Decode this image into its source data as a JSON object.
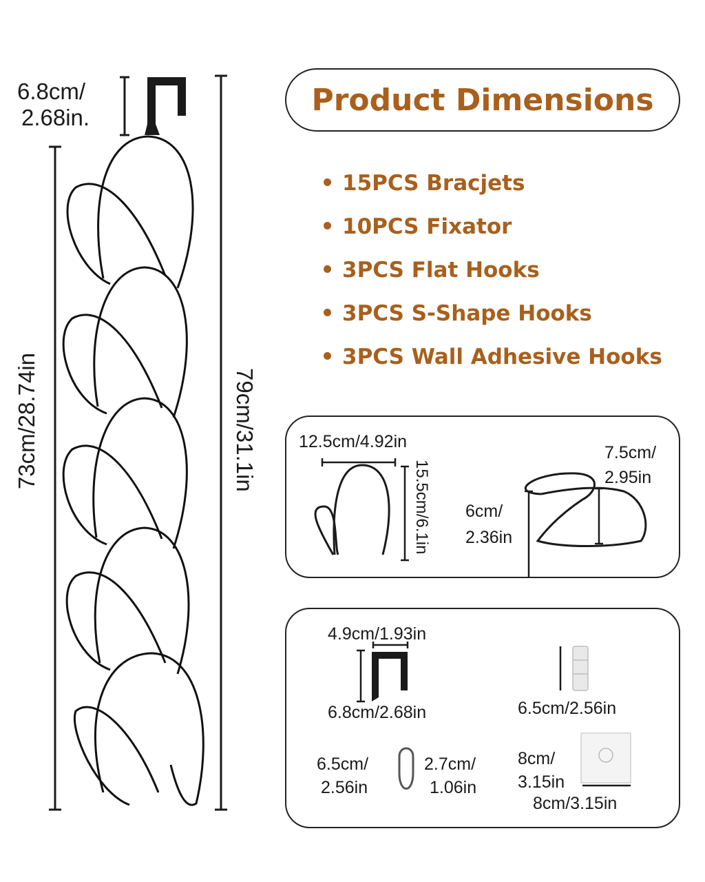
{
  "title": "Product Dimensions",
  "bullets": [
    "15PCS Bracjets",
    "10PCS Fixator",
    "3PCS Flat Hooks",
    "3PCS S-Shape Hooks",
    "3PCS Wall Adhesive Hooks"
  ],
  "rack": {
    "hook_height_line1": "6.8cm/",
    "hook_height_line2": "2.68in.",
    "chain_length": "73cm/28.74in",
    "total_length": "79cm/31.1in"
  },
  "bracket_panel": {
    "bracket_width": "12.5cm/4.92in",
    "bracket_height": "15.5cm/6.1in",
    "fixator_width_line1": "7.5cm/",
    "fixator_width_line2": "2.95in",
    "fixator_height_line1": "6cm/",
    "fixator_height_line2": "2.36in"
  },
  "hooks_panel": {
    "flat_hook_width": "4.9cm/1.93in",
    "flat_hook_height": "6.8cm/2.68in",
    "clip_height": "6.5cm/2.56in",
    "s_hook_height_line1": "6.5cm/",
    "s_hook_height_line2": "2.56in",
    "s_hook_width_line1": "2.7cm/",
    "s_hook_width_line2": "1.06in",
    "adhesive_height_line1": "8cm/",
    "adhesive_height_line2": "3.15in",
    "adhesive_width": "8cm/3.15in"
  },
  "colors": {
    "accent": "#a8601c",
    "ink": "#1a1a1a"
  }
}
